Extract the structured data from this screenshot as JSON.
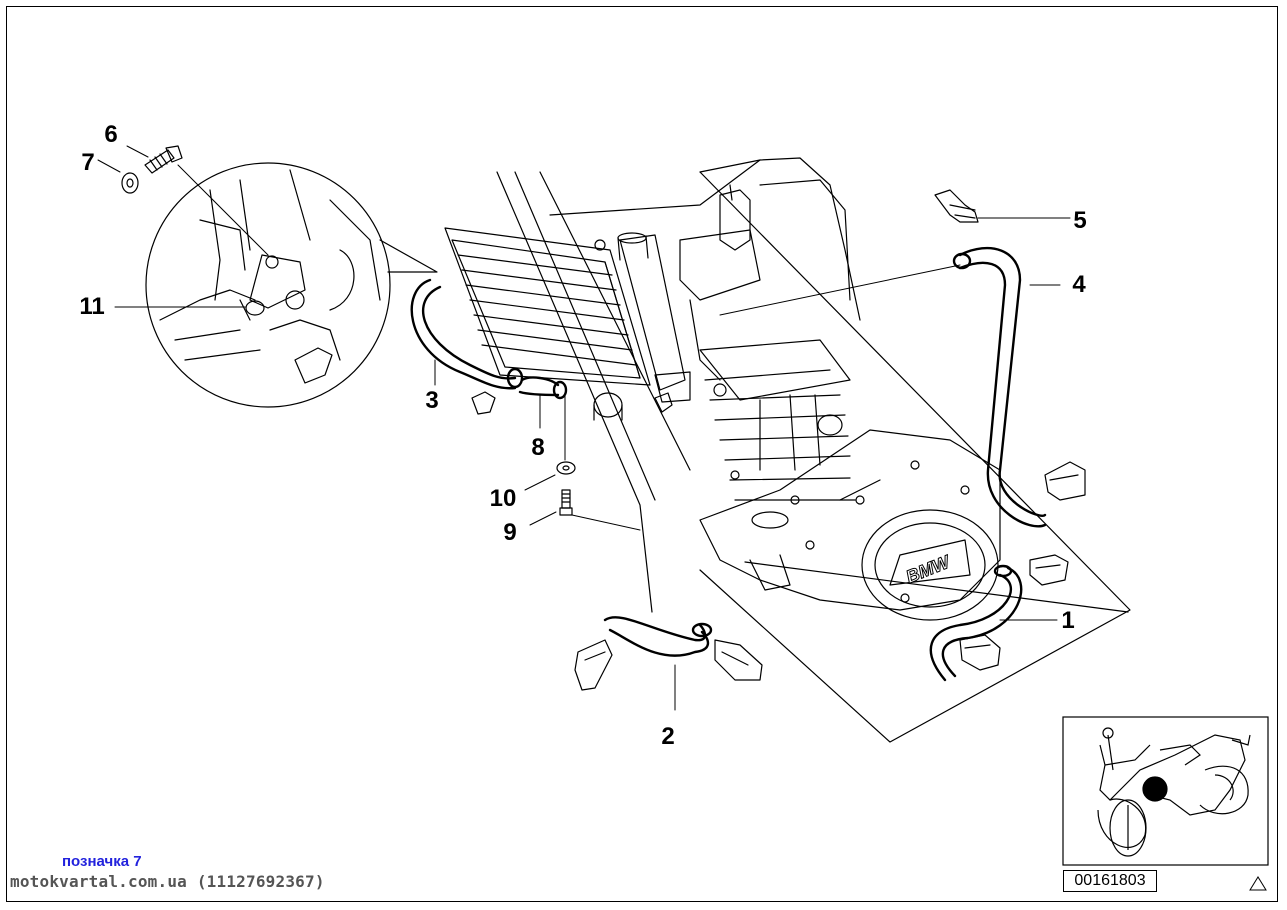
{
  "callouts": [
    {
      "id": "1",
      "label": "1"
    },
    {
      "id": "2",
      "label": "2"
    },
    {
      "id": "3",
      "label": "3"
    },
    {
      "id": "4",
      "label": "4"
    },
    {
      "id": "5",
      "label": "5"
    },
    {
      "id": "6",
      "label": "6"
    },
    {
      "id": "7",
      "label": "7"
    },
    {
      "id": "8",
      "label": "8"
    },
    {
      "id": "9",
      "label": "9"
    },
    {
      "id": "10",
      "label": "10"
    },
    {
      "id": "11",
      "label": "11"
    }
  ],
  "engine_badge": "BMW",
  "reference_number": "00161803",
  "footer": {
    "note": "позначка 7",
    "site": "motokvartal.com.ua (11127692367)"
  },
  "colors": {
    "line": "#000000",
    "note": "#2222dd",
    "site": "#555555",
    "marker": "#000000"
  },
  "icons": {
    "corner": "triangle-icon"
  }
}
